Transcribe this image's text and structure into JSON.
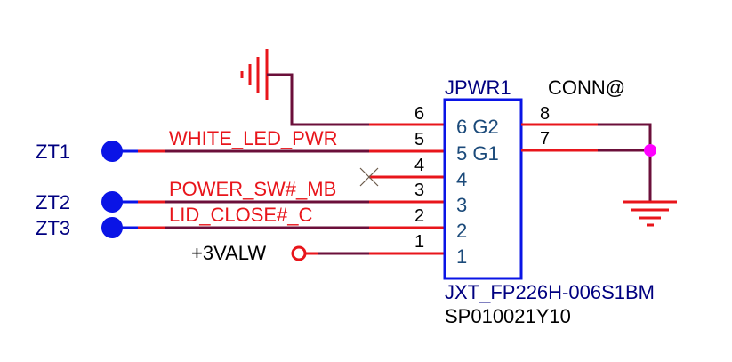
{
  "schematic": {
    "component": {
      "refdes": "JPWR1",
      "attribute": "CONN@",
      "part_name": "JXT_FP226H-006S1BM",
      "part_number": "SP010021Y10",
      "left_pins": [
        {
          "number": "6",
          "inner_label": "6 G2"
        },
        {
          "number": "5",
          "inner_label": "5 G1"
        },
        {
          "number": "4",
          "inner_label": "4"
        },
        {
          "number": "3",
          "inner_label": "3"
        },
        {
          "number": "2",
          "inner_label": "2"
        },
        {
          "number": "1",
          "inner_label": "1"
        }
      ],
      "right_pins": [
        {
          "number": "8"
        },
        {
          "number": "7"
        }
      ]
    },
    "nets": {
      "white_led_pwr": "WHITE_LED_PWR",
      "power_sw_mb": "POWER_SW#_MB",
      "lid_close_c": "LID_CLOSE#_C",
      "power_3valw": "+3VALW"
    },
    "test_points": [
      {
        "label": "ZT1"
      },
      {
        "label": "ZT2"
      },
      {
        "label": "ZT3"
      }
    ],
    "colors": {
      "wire": "#e8151b",
      "wire_dark": "#6b0f3a",
      "component_body": "#0a14e6",
      "test_point": "#0a14e6",
      "junction": "#ff00ff",
      "ground": "#e8151b"
    }
  }
}
